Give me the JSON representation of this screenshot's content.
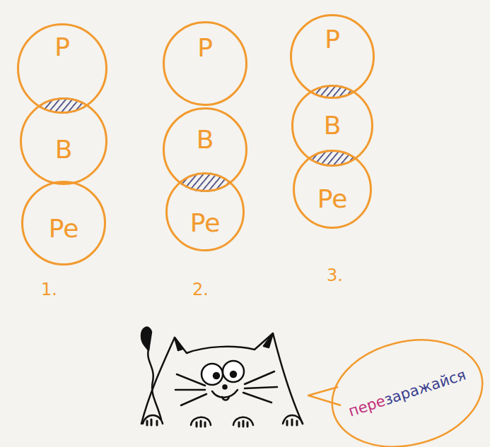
{
  "diagram": {
    "nodes": [
      {
        "text": [
          "P"
        ]
      },
      {
        "text": [
          "B"
        ]
      },
      {
        "text": [
          "Pe"
        ]
      },
      {
        "text": [
          "P"
        ]
      },
      {
        "text": [
          "B"
        ]
      },
      {
        "text": [
          "Pe"
        ]
      },
      {
        "text": [
          "P"
        ]
      },
      {
        "text": [
          "B"
        ]
      },
      {
        "text": [
          "Pe"
        ]
      },
      {
        "text": [
          "пере",
          "заражайся"
        ]
      }
    ],
    "labels": [
      "1.",
      "2.",
      "3."
    ]
  }
}
